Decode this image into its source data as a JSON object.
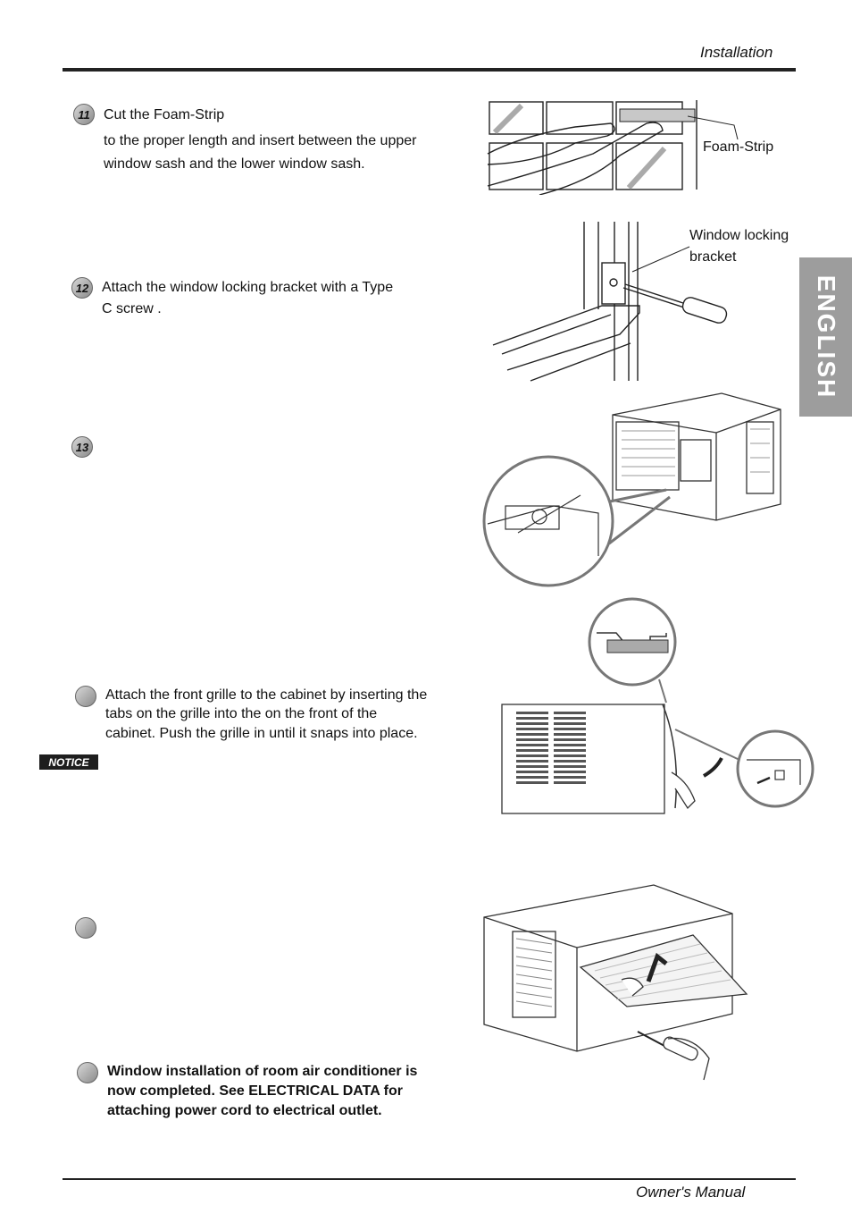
{
  "header": {
    "section": "Installation"
  },
  "side_tab": {
    "label": "ENGLISH"
  },
  "steps": [
    {
      "number": "11",
      "title": "Cut the Foam-Strip",
      "line1": "to the proper length and insert  between the upper",
      "line2": "window sash and the lower window sash."
    },
    {
      "number": "12",
      "line1": "Attach the window  locking bracket with a Type",
      "line2": "C screw ."
    },
    {
      "number": "13"
    },
    {
      "number": "",
      "line1": "Attach the front grille to the cabinet by inserting the",
      "line2": "tabs on the grille into the          on the front of the",
      "line3": "cabinet. Push the grille in until it snaps into place."
    },
    {
      "number": ""
    },
    {
      "number": "",
      "line1": "Window installation of room air conditioner is",
      "line2": "now completed. See ELECTRICAL DATA for",
      "line3": "attaching power cord to electrical outlet."
    }
  ],
  "notice": {
    "label": "NOTICE"
  },
  "callouts": {
    "foam_strip": "Foam-Strip",
    "bracket_line1": "Window locking",
    "bracket_line2": "bracket"
  },
  "footer": {
    "title": "Owner's Manual"
  }
}
